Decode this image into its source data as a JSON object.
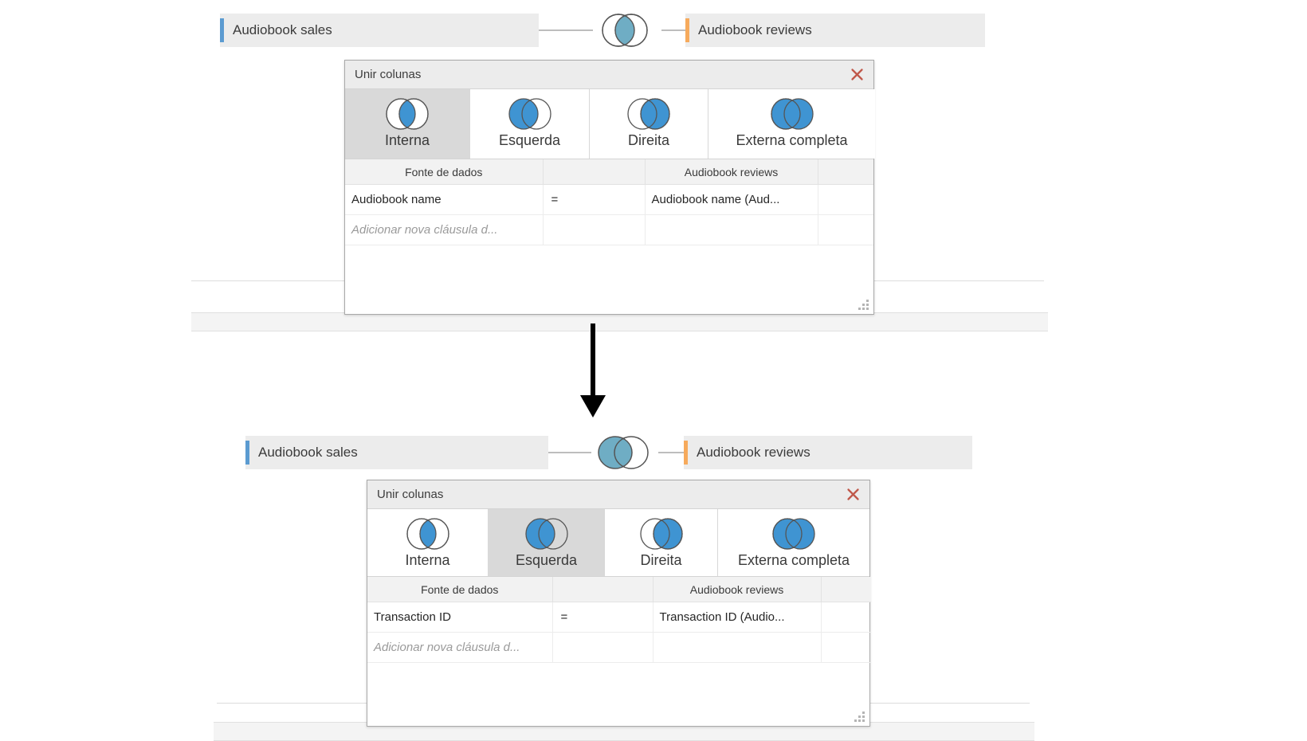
{
  "meta": {
    "app_context": "join-configuration-flow",
    "arrow_icon": "down-arrow-icon"
  },
  "colors": {
    "left_table_accent": "#5b9bd1",
    "right_table_accent": "#f6aa5c",
    "venn_fill": "#6fadc4",
    "tab_venn_fill": "#3f94d2",
    "selected_tab_bg": "#d9d9d9",
    "close_x": "#c0584a",
    "node_bg": "#ececec",
    "canvas_strip": "#f4f4f4"
  },
  "steps": [
    {
      "id": "step-before",
      "flow": {
        "left_node_label": "Audiobook sales",
        "right_node_label": "Audiobook reviews",
        "join_venn": "inner-join-venn-icon"
      },
      "dialog": {
        "title": "Unir colunas",
        "close_label": "×",
        "join_types": [
          {
            "label": "Interna",
            "venn": "inner-join-venn-icon",
            "selected": true
          },
          {
            "label": "Esquerda",
            "venn": "left-join-venn-icon",
            "selected": false
          },
          {
            "label": "Direita",
            "venn": "right-join-venn-icon",
            "selected": false
          },
          {
            "label": "Externa completa",
            "venn": "full-outer-join-venn-icon",
            "selected": false
          }
        ],
        "table": {
          "headers": [
            "Fonte de dados",
            "",
            "Audiobook reviews",
            ""
          ],
          "rows": [
            {
              "left": "Audiobook name",
              "op": "=",
              "right": "Audiobook name (Aud...",
              "extra": "",
              "placeholder": false
            },
            {
              "left": "Adicionar nova cláusula d...",
              "op": "",
              "right": "",
              "extra": "",
              "placeholder": true
            }
          ]
        }
      }
    },
    {
      "id": "step-after",
      "flow": {
        "left_node_label": "Audiobook sales",
        "right_node_label": "Audiobook reviews",
        "join_venn": "left-join-venn-icon"
      },
      "dialog": {
        "title": "Unir colunas",
        "close_label": "×",
        "join_types": [
          {
            "label": "Interna",
            "venn": "inner-join-venn-icon",
            "selected": false
          },
          {
            "label": "Esquerda",
            "venn": "left-join-venn-icon",
            "selected": true
          },
          {
            "label": "Direita",
            "venn": "right-join-venn-icon",
            "selected": false
          },
          {
            "label": "Externa completa",
            "venn": "full-outer-join-venn-icon",
            "selected": false
          }
        ],
        "table": {
          "headers": [
            "Fonte de dados",
            "",
            "Audiobook reviews",
            ""
          ],
          "rows": [
            {
              "left": "Transaction ID",
              "op": "=",
              "right": "Transaction ID (Audio...",
              "extra": "",
              "placeholder": false
            },
            {
              "left": "Adicionar nova cláusula d...",
              "op": "",
              "right": "",
              "extra": "",
              "placeholder": true
            }
          ]
        }
      }
    }
  ]
}
